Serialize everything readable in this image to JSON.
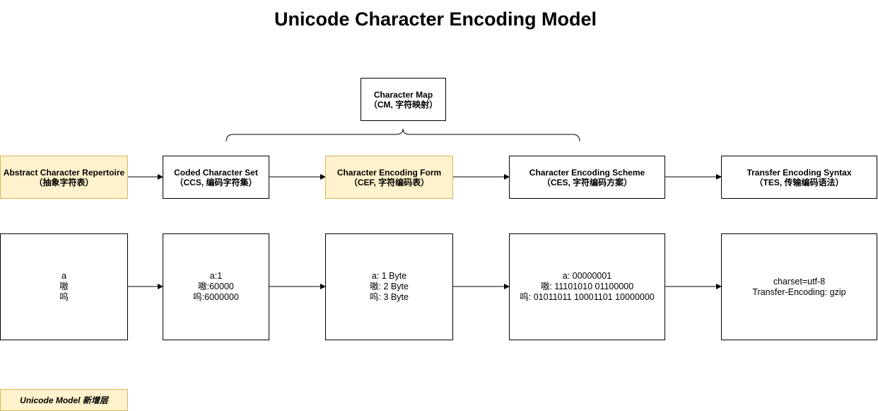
{
  "title": "Unicode Character Encoding Model",
  "character_map": {
    "name": "Character Map",
    "sub": "（CM, 字符映射）"
  },
  "layers": [
    {
      "name": "Abstract Character Repertoire",
      "sub": "（抽象字符表）",
      "highlight": true
    },
    {
      "name": "Coded Character Set",
      "sub": "（CCS, 编码字符集）",
      "highlight": false
    },
    {
      "name": "Character Encoding Form",
      "sub": "（CEF, 字符编码表）",
      "highlight": true
    },
    {
      "name": "Character Encoding Scheme",
      "sub": "（CES, 字符编码方案）",
      "highlight": false
    },
    {
      "name": "Transfer Encoding Syntax",
      "sub": "（TES, 传输编码语法）",
      "highlight": false
    }
  ],
  "examples": [
    [
      "a",
      "嗷",
      "呜"
    ],
    [
      "a:1",
      "嗷:60000",
      "呜:6000000"
    ],
    [
      "a: 1 Byte",
      "嗷: 2 Byte",
      "呜: 3 Byte"
    ],
    [
      "a: 00000001",
      "嗷: 11101010 01100000",
      "呜: 01011011 10001101 10000000"
    ],
    [
      "charset=utf-8",
      "Transfer-Encoding: gzip"
    ]
  ],
  "legend": "Unicode Model 新增层",
  "colors": {
    "highlight_fill": "#fff2cc",
    "highlight_border": "#d6b656",
    "line": "#000000"
  }
}
